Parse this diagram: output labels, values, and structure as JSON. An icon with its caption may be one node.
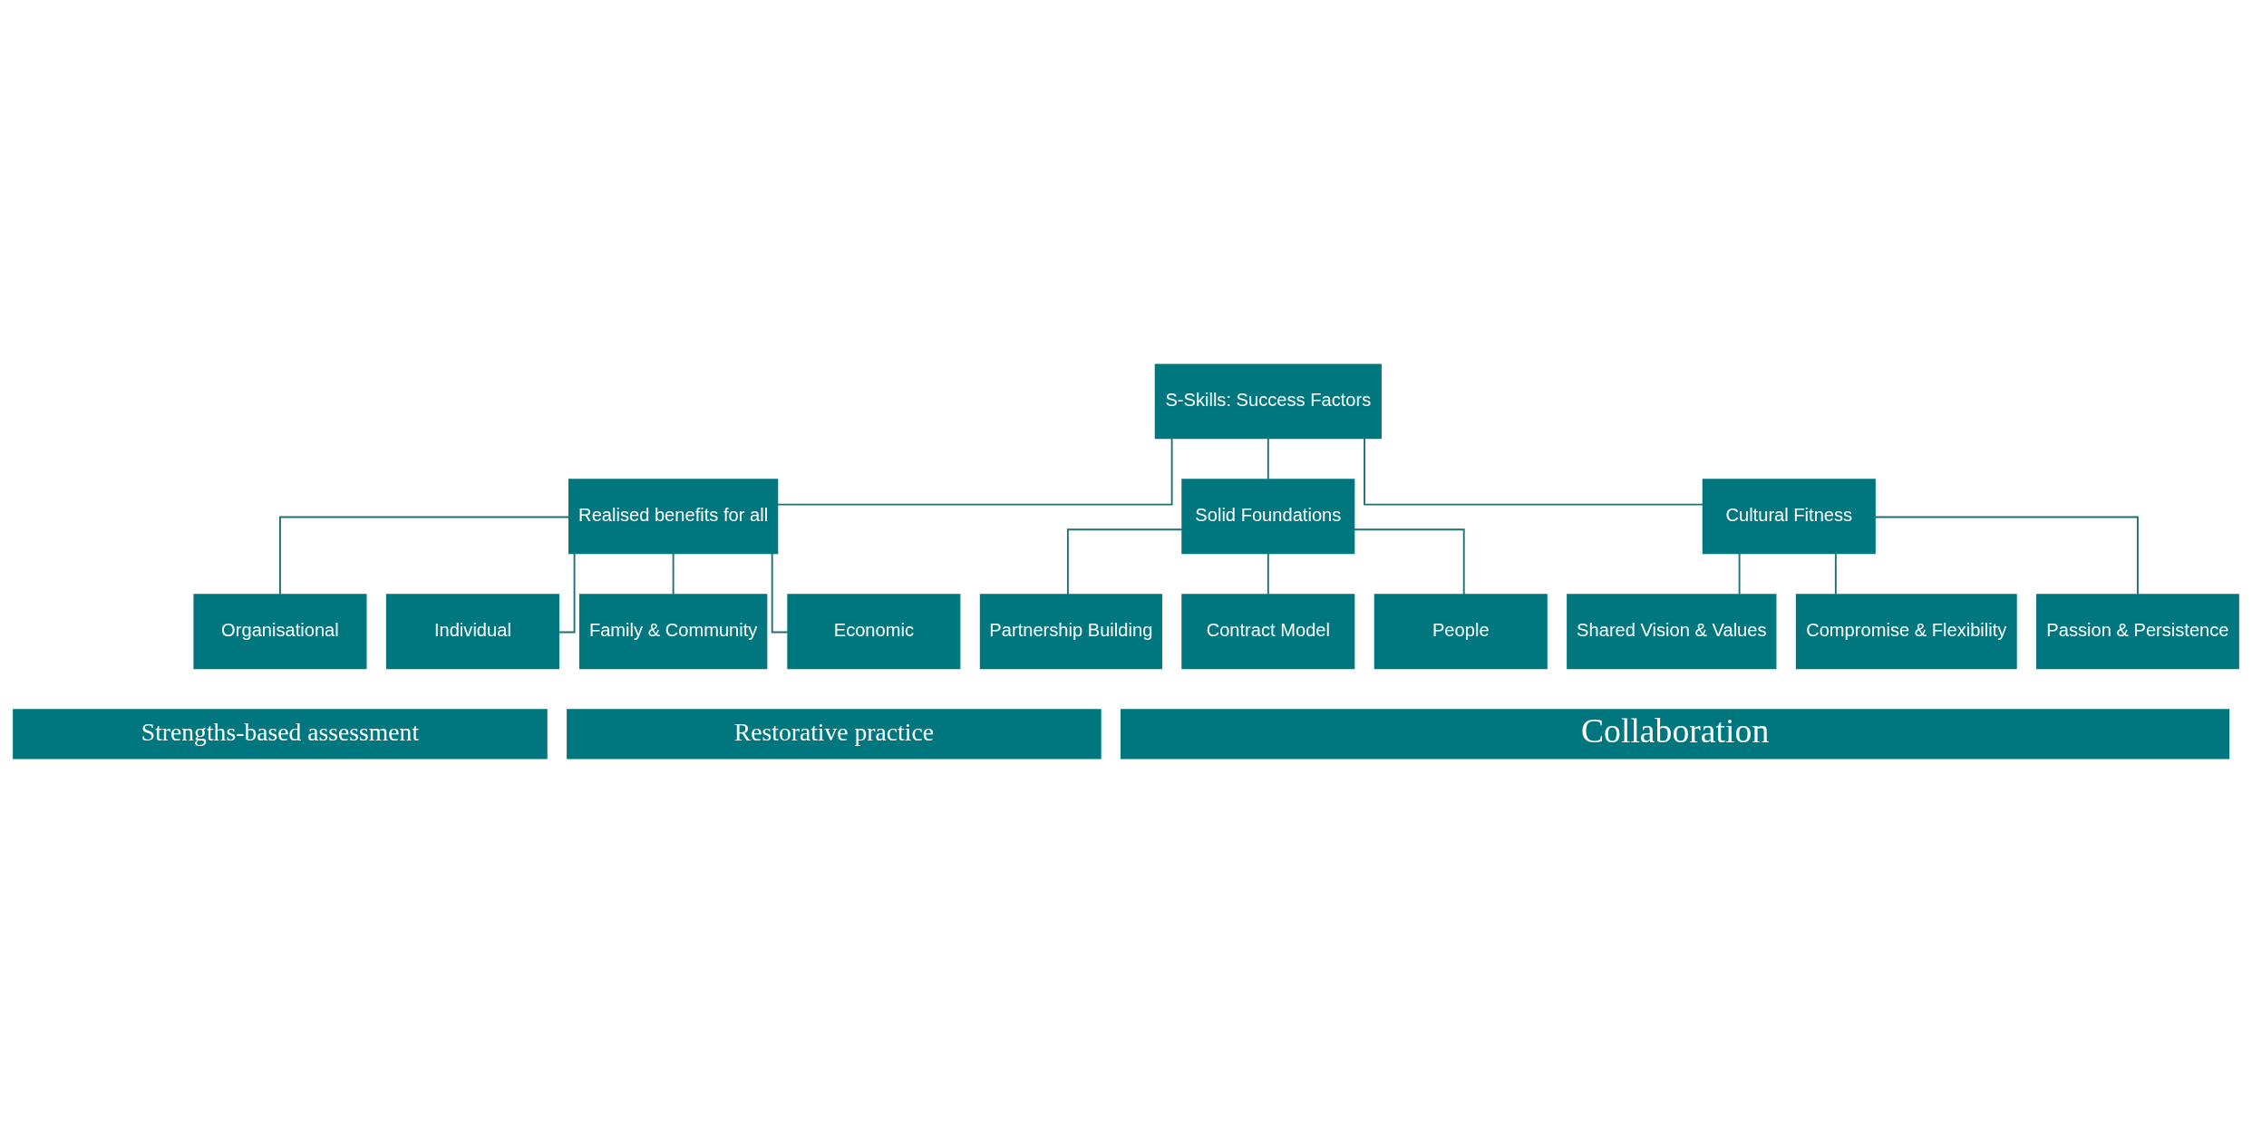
{
  "diagram": {
    "nodes": [
      {
        "text": [
          "S-Skills: Success Factors"
        ]
      },
      {
        "text": [
          "Realised benefits for all"
        ]
      },
      {
        "text": [
          "Solid Foundations"
        ]
      },
      {
        "text": [
          "Cultural Fitness"
        ]
      },
      {
        "text": [
          "Organisational"
        ]
      },
      {
        "text": [
          "Individual"
        ]
      },
      {
        "text": [
          "Family & Community"
        ]
      },
      {
        "text": [
          "Economic"
        ]
      },
      {
        "text": [
          "Partnership Building"
        ]
      },
      {
        "text": [
          "Contract Model"
        ]
      },
      {
        "text": [
          "People"
        ]
      },
      {
        "text": [
          "Shared Vision & Values"
        ]
      },
      {
        "text": [
          "Compromise & Flexibility"
        ]
      },
      {
        "text": [
          "Passion & Persistence"
        ]
      },
      {
        "text": [
          "Strengths-based assessment"
        ]
      },
      {
        "text": [
          "Restorative practice"
        ]
      },
      {
        "text": [
          "Collaboration"
        ]
      }
    ],
    "edges": [
      {
        "from": 0,
        "to": 1,
        "arrow": "none"
      },
      {
        "from": 0,
        "to": 2,
        "arrow": "none"
      },
      {
        "from": 0,
        "to": 3,
        "arrow": "none"
      },
      {
        "from": 1,
        "to": 4,
        "arrow": "none"
      },
      {
        "from": 1,
        "to": 5,
        "arrow": "none"
      },
      {
        "from": 1,
        "to": 6,
        "arrow": "none"
      },
      {
        "from": 1,
        "to": 7,
        "arrow": "none"
      },
      {
        "from": 2,
        "to": 8,
        "arrow": "none"
      },
      {
        "from": 2,
        "to": 9,
        "arrow": "none"
      },
      {
        "from": 2,
        "to": 10,
        "arrow": "none"
      },
      {
        "from": 3,
        "to": 11,
        "arrow": "none"
      },
      {
        "from": 3,
        "to": 12,
        "arrow": "none"
      },
      {
        "from": 3,
        "to": 13,
        "arrow": "none"
      }
    ]
  }
}
